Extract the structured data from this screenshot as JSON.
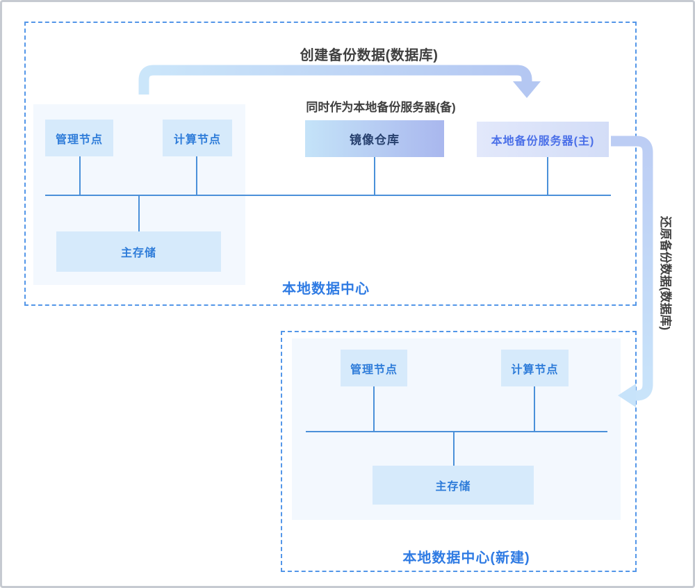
{
  "flows": {
    "create_backup": {
      "label": "创建备份数据(数据库)"
    },
    "standby_note": {
      "label": "同时作为本地备份服务器(备)"
    },
    "restore_backup": {
      "label": "还原备份数据(数据库)"
    }
  },
  "datacenter_top": {
    "label": "本地数据中心",
    "nodes": {
      "management": "管理节点",
      "compute": "计算节点",
      "mirror_repo": "镜像仓库",
      "backup_server_primary": "本地备份服务器(主)",
      "primary_storage": "主存储"
    }
  },
  "datacenter_bottom": {
    "label": "本地数据中心(新建)",
    "nodes": {
      "management": "管理节点",
      "compute": "计算节点",
      "primary_storage": "主存储"
    }
  },
  "colors": {
    "dashed_border": "#5396e8",
    "panel_fill": "#f3f8fe",
    "node_fill": "#d6eafb",
    "node_text": "#2e7cd9",
    "mirror_gradient_start": "#c4e3f8",
    "mirror_gradient_end": "#a9b7ee",
    "mirror_text": "#27406e",
    "backup_fill_start": "#e2e8fb",
    "backup_fill_end": "#d3ddf7",
    "backup_text": "#4a6fe8",
    "bus_line": "#4a90d9",
    "label_blue": "#2f7be3",
    "note_text": "#3f3f3f",
    "arrow_light_blue": "#cbe6fa",
    "arrow_periwinkle": "#b4c7f2",
    "frame_border": "#c6cad1"
  }
}
